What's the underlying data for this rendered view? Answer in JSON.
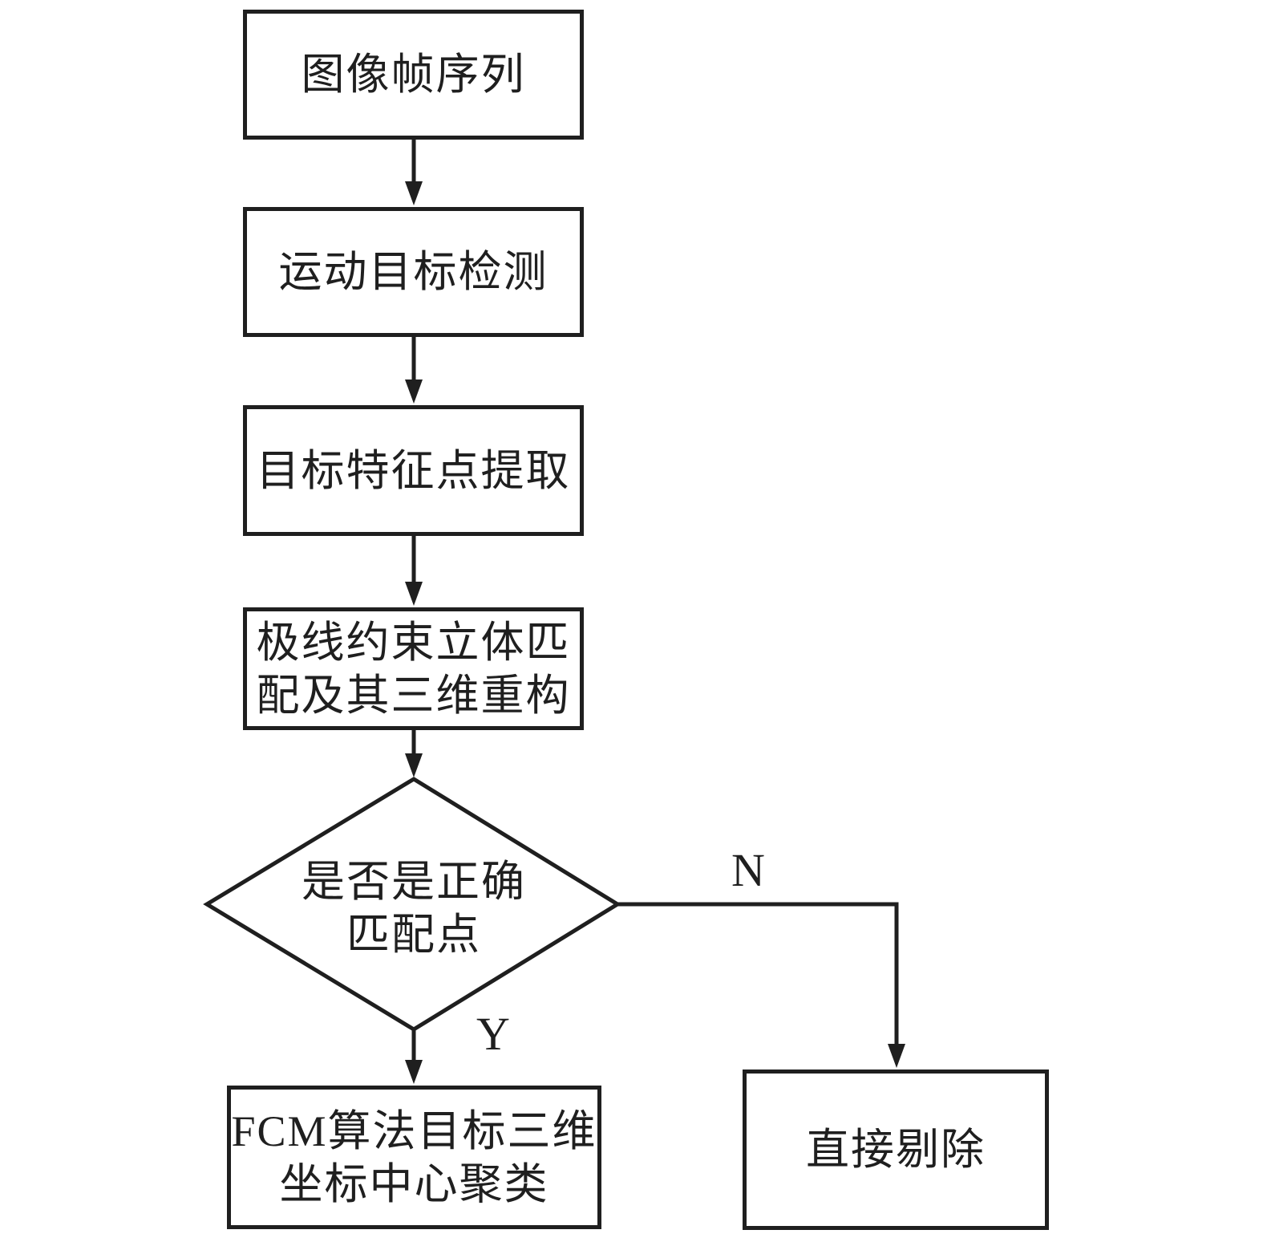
{
  "colors": {
    "background": "#ffffff",
    "line": "#1f1f1f",
    "text": "#1f1f1f"
  },
  "flowchart": {
    "type": "flowchart",
    "nodes": [
      {
        "id": "image-frame-sequence",
        "shape": "rect",
        "label": "图像帧序列"
      },
      {
        "id": "moving-target-detection",
        "shape": "rect",
        "label": "运动目标检测"
      },
      {
        "id": "target-feature-point-extraction",
        "shape": "rect",
        "label": "目标特征点提取"
      },
      {
        "id": "epipolar-constraint-stereo-matching-3d-reconstruction",
        "shape": "rect",
        "label": "极线约束立体匹\n配及其三维重构"
      },
      {
        "id": "is-correct-match-point",
        "shape": "diamond",
        "label": "是否是正确\n匹配点"
      },
      {
        "id": "fcm-3d-coordinate-center-clustering",
        "shape": "rect",
        "label": "FCM算法目标三维\n坐标中心聚类"
      },
      {
        "id": "direct-removal",
        "shape": "rect",
        "label": "直接剔除"
      }
    ],
    "edges": [
      {
        "from": "image-frame-sequence",
        "to": "moving-target-detection",
        "label": ""
      },
      {
        "from": "moving-target-detection",
        "to": "target-feature-point-extraction",
        "label": ""
      },
      {
        "from": "target-feature-point-extraction",
        "to": "epipolar-constraint-stereo-matching-3d-reconstruction",
        "label": ""
      },
      {
        "from": "epipolar-constraint-stereo-matching-3d-reconstruction",
        "to": "is-correct-match-point",
        "label": ""
      },
      {
        "from": "is-correct-match-point",
        "to": "fcm-3d-coordinate-center-clustering",
        "label": "Y"
      },
      {
        "from": "is-correct-match-point",
        "to": "direct-removal",
        "label": "N"
      }
    ]
  }
}
